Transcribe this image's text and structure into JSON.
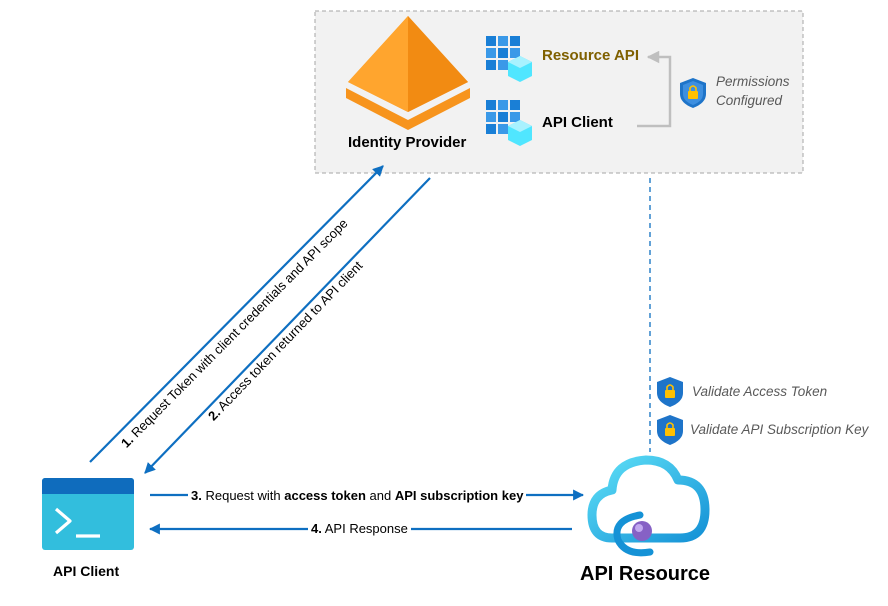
{
  "identity_provider": {
    "label": "Identity Provider",
    "resource_api_label": "Resource API",
    "api_client_label": "API Client",
    "permissions_line1": "Permissions",
    "permissions_line2": "Configured"
  },
  "api_client": {
    "label": "API Client"
  },
  "api_resource": {
    "label": "API Resource",
    "validate_token": "Validate Access Token",
    "validate_key": "Validate API Subscription Key"
  },
  "arrows": {
    "step1_num": "1.",
    "step1_text": "Request Token with client credentials and API scope",
    "step2_num": "2.",
    "step2_text": "Access token returned to API client",
    "step3_num": "3.",
    "step3_pre": "Request with ",
    "step3_bold1": "access token",
    "step3_mid": " and ",
    "step3_bold2": "API subscription key",
    "step4_num": "4.",
    "step4_text": "API Response"
  },
  "colors": {
    "arrow_blue": "#0e6fc1",
    "box_fill": "#f2f2f2",
    "box_border": "#a6a6a6",
    "resource_api_text": "#7f6000",
    "idp_orange": "#f7941d",
    "shield_blue": "#1e74c9",
    "lock_gold": "#ffc000"
  }
}
